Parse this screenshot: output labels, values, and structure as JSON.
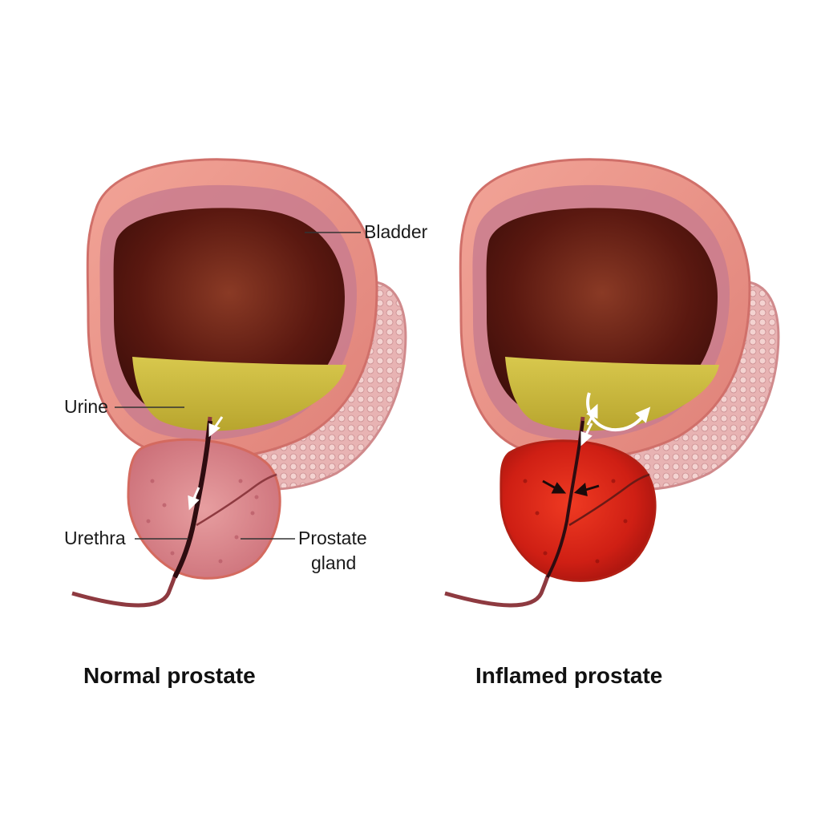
{
  "labels": {
    "bladder": "Bladder",
    "urine": "Urine",
    "urethra": "Urethra",
    "prostate_line1": "Prostate",
    "prostate_line2": "gland"
  },
  "captions": {
    "normal": "Normal prostate",
    "inflamed": "Inflamed prostate"
  },
  "colors": {
    "bladder_wall": "#e98f86",
    "bladder_wall_inner": "#c9788a",
    "bladder_cavity": "#5a1810",
    "urine": "#d2c144",
    "prostate_normal": "#d9848a",
    "prostate_inflamed": "#d62416",
    "seminal_vesicle": "#e6aeae",
    "urethra": "#2e0c10",
    "arrow_normal": "#ffffff",
    "arrow_inflamed": "#1a0a0a"
  }
}
